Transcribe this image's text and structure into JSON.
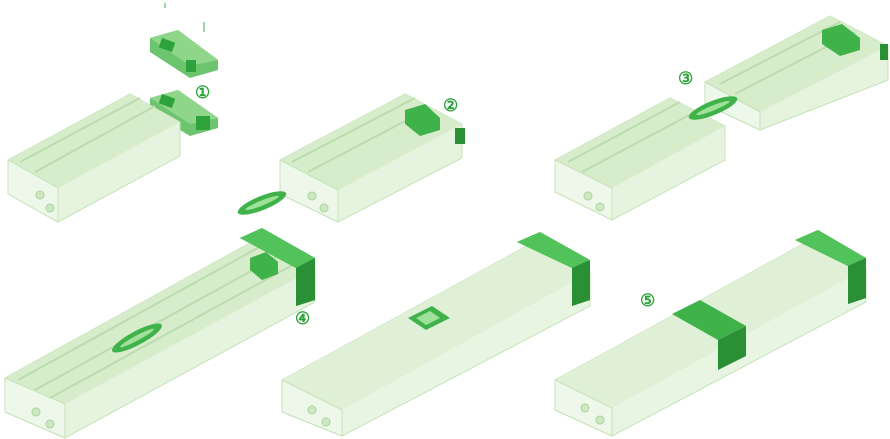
{
  "steps": [
    {
      "number": "1",
      "label": "①"
    },
    {
      "number": "2",
      "label": "②"
    },
    {
      "number": "3",
      "label": "③"
    },
    {
      "number": "4",
      "label": "④"
    },
    {
      "number": "5",
      "label": "⑤"
    }
  ],
  "colors": {
    "body_light": "#e6f4df",
    "body_mid": "#cfe8c4",
    "body_edge": "#a9d49a",
    "accent": "#3fb24a",
    "accent_dark": "#2a8f35",
    "text": "#2fa33b"
  }
}
